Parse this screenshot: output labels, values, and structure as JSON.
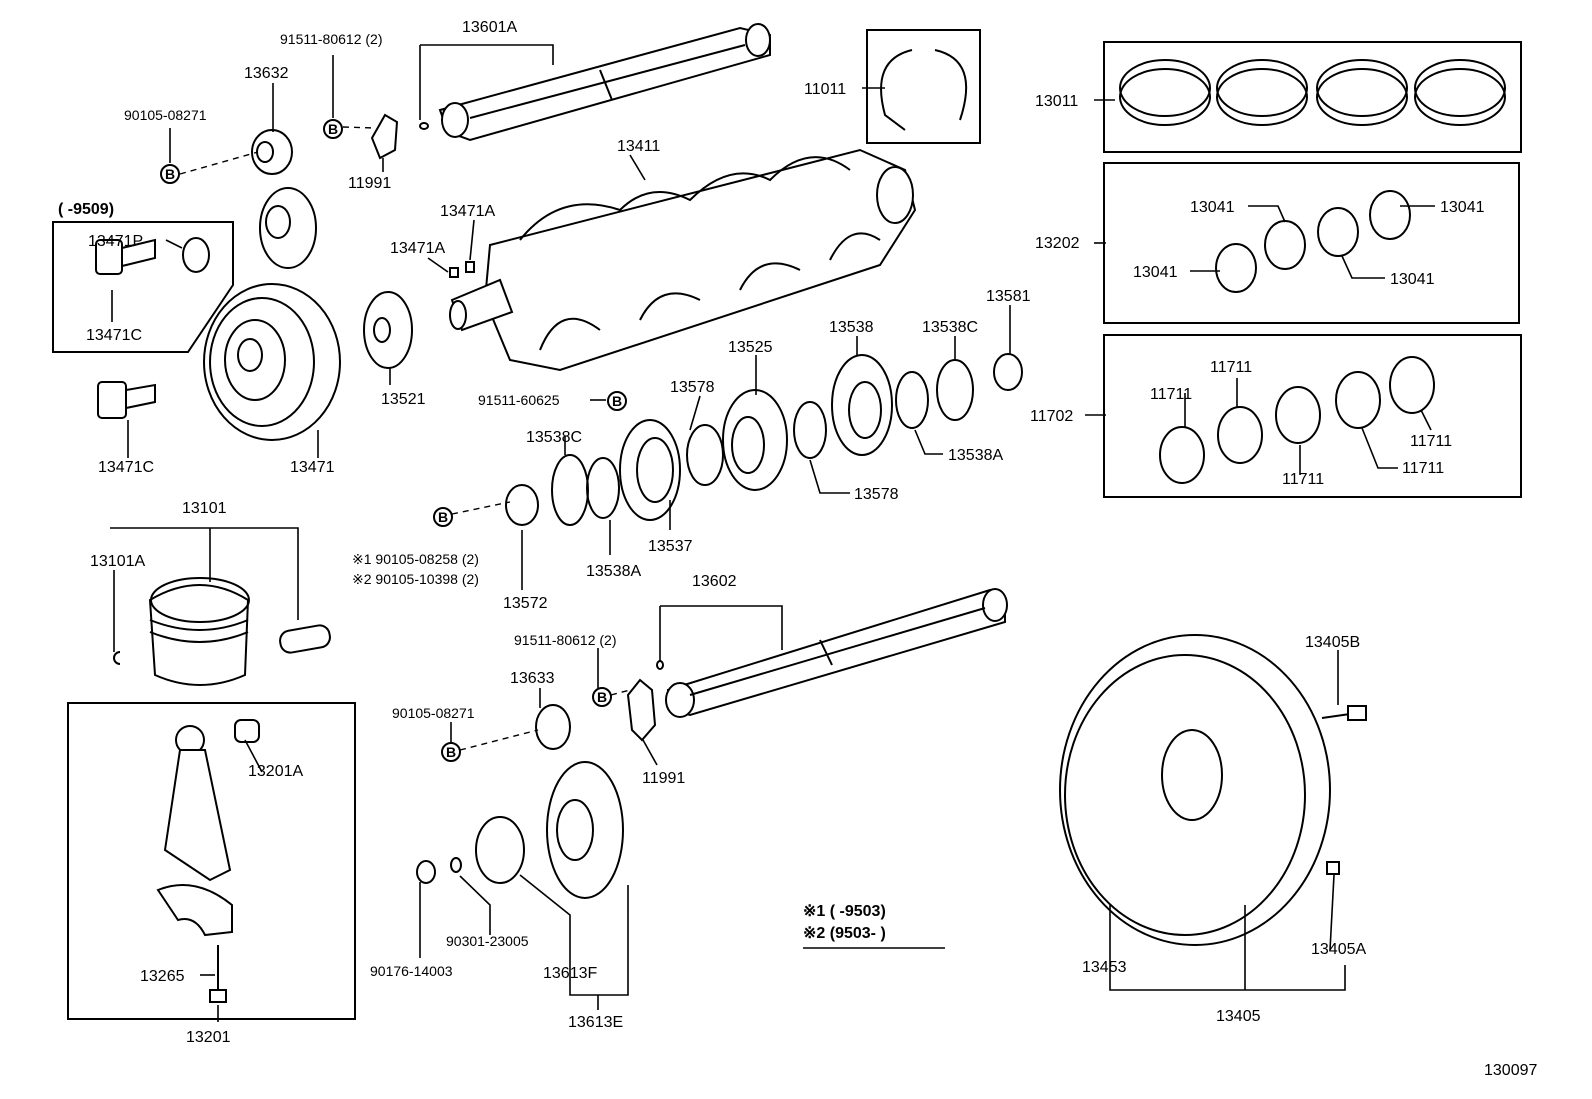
{
  "labels": {
    "p91511_80612_top": "91511-80612 (2)",
    "p13601A": "13601A",
    "p13632": "13632",
    "p90105_08271_top": "90105-08271",
    "p11991_top": "11991",
    "p11011": "11011",
    "p13011": "13011",
    "p13411": "13411",
    "range_9509": "(      -9509)",
    "p13471P": "13471P",
    "p13471A_right": "13471A",
    "p13471A_left": "13471A",
    "p13471C_box": "13471C",
    "p13471C": "13471C",
    "p13471": "13471",
    "p13521": "13521",
    "p13202": "13202",
    "p13041_a": "13041",
    "p13041_b": "13041",
    "p13041_c": "13041",
    "p13041_d": "13041",
    "p13581": "13581",
    "p13538": "13538",
    "p13538C_right": "13538C",
    "p13525": "13525",
    "p91511_60625": "91511-60625",
    "p13578_top": "13578",
    "p13538C_left": "13538C",
    "p13538A_right": "13538A",
    "p13578_bottom": "13578",
    "p11702": "11702",
    "p11711_a": "11711",
    "p11711_b": "11711",
    "p11711_c": "11711",
    "p11711_d": "11711",
    "p11711_e": "11711",
    "p13101": "13101",
    "p13101A": "13101A",
    "note1": "※1 90105-08258 (2)",
    "note2": "※2 90105-10398 (2)",
    "p13572": "13572",
    "p13538A_left": "13538A",
    "p13537": "13537",
    "p13602": "13602",
    "p91511_80612_bottom": "91511-80612 (2)",
    "p13633": "13633",
    "p90105_08271_bottom": "90105-08271",
    "p11991_bottom": "11991",
    "p13405B": "13405B",
    "p13201A": "13201A",
    "p13265": "13265",
    "p13201": "13201",
    "p90301_23005": "90301-23005",
    "p90176_14003": "90176-14003",
    "p13613F": "13613F",
    "p13613E": "13613E",
    "legend1": "※1 (        -9503)",
    "legend2": "※2 (9503-        )",
    "p13453": "13453",
    "p13405": "13405",
    "p13405A": "13405A",
    "figure_code": "130097"
  },
  "symbols": {
    "bolt_marker": "B"
  }
}
